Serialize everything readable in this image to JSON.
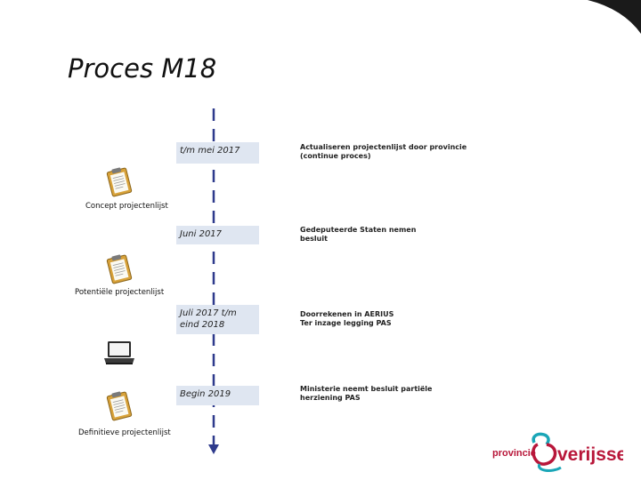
{
  "title": "Proces M18",
  "steps": [
    {
      "date": "t/m mei 2017",
      "description": "Actualiseren projectenlijst door provincie\n(continue proces)"
    },
    {
      "date": "Juni 2017",
      "description": "Gedeputeerde Staten nemen\nbesluit"
    },
    {
      "date": "Juli 2017 t/m eind 2018",
      "description": "Doorrekenen in AERIUS\nTer inzage legging PAS"
    },
    {
      "date": "Begin 2019",
      "description": "Ministerie neemt besluit partiële\nherziening PAS"
    }
  ],
  "documents": [
    {
      "label": "Concept projectenlijst",
      "icon": "clipboard-icon"
    },
    {
      "label": "Potentiële projectenlijst",
      "icon": "clipboard-icon"
    },
    {
      "label": "",
      "icon": "laptop-icon"
    },
    {
      "label": "Definitieve projectenlijst",
      "icon": "clipboard-icon"
    }
  ],
  "logo": {
    "prefix": "provincie",
    "name": "verijssel",
    "letter": "O"
  },
  "colors": {
    "accent_blue": "#2e3a8c",
    "box_fill": "#dfe6f1",
    "logo_red": "#b8173a",
    "logo_teal": "#1aa6b7"
  }
}
